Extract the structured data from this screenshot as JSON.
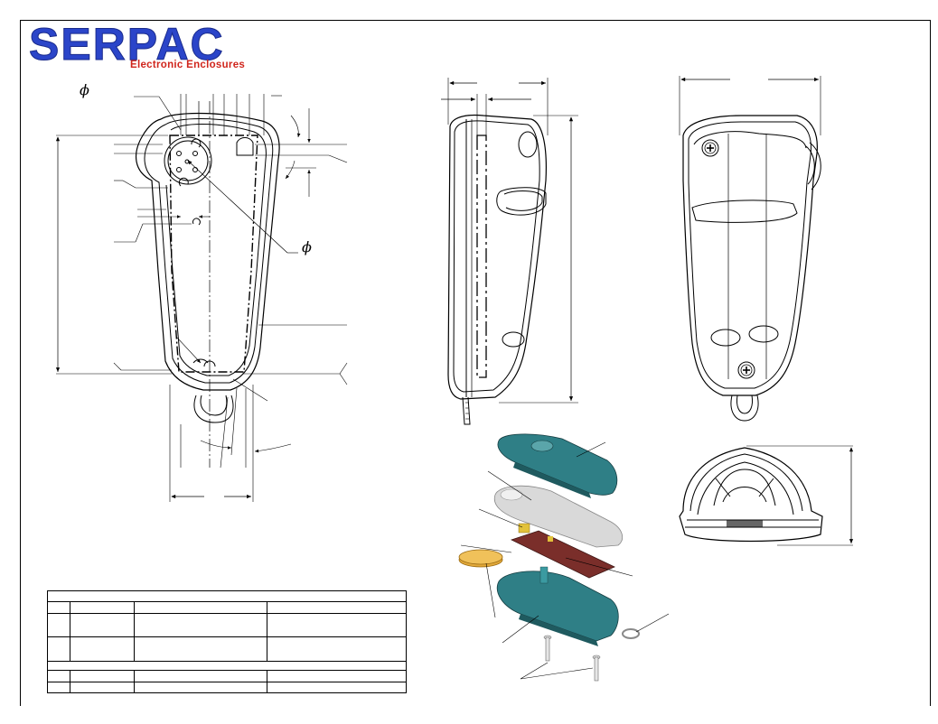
{
  "logo": {
    "brand": "SERPAC",
    "tagline": "Electronic Enclosures",
    "brand_color": "#2b45c9",
    "tagline_color": "#d0251c"
  },
  "symbols": {
    "diameter_top": "ϕ",
    "diameter_mid": "ϕ"
  },
  "colors": {
    "teal_part": "#2f7f86",
    "silver_part": "#d9d9d9",
    "pcb_part": "#7a2e2a",
    "battery_part": "#e2a93a",
    "line": "#000000"
  },
  "icons": {
    "screw_top": "phillips-screw-icon",
    "screw_bottom": "phillips-screw-icon"
  },
  "table": {
    "rows": 7,
    "columns": 4
  }
}
